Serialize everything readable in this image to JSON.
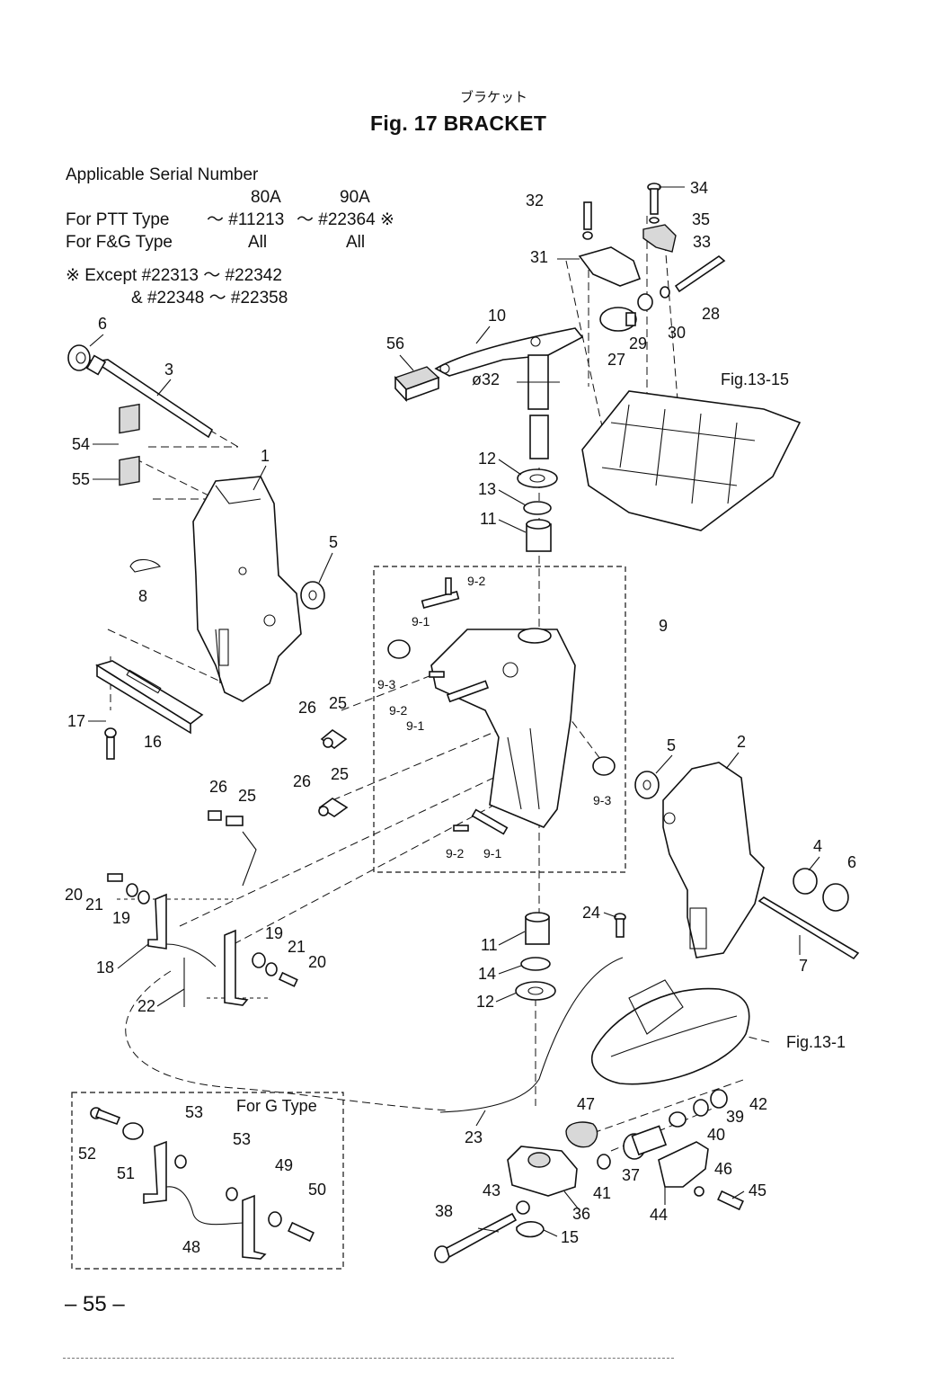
{
  "header": {
    "subtitle_jp": "ブラケット",
    "title": "Fig. 17   BRACKET"
  },
  "serial_info": {
    "heading": "Applicable Serial Number",
    "columns": [
      "80A",
      "90A"
    ],
    "rows": [
      {
        "label": "For PTT Type",
        "c80": "～ #11213",
        "c90": "～ #22364 ※"
      },
      {
        "label": "For F&G Type",
        "c80": "All",
        "c90": "All"
      }
    ],
    "except_line1": "※ Except  #22313 ～ #22342",
    "except_line2": "&  #22348 ～ #22358"
  },
  "diagram": {
    "ref_fig_13_15": "Fig.13-15",
    "ref_fig_13_1": "Fig.13-1",
    "diameter_label": "ø32",
    "g_type_box_label": "For G Type",
    "callouts": {
      "c1": "1",
      "c2": "2",
      "c3": "3",
      "c4": "4",
      "c5a": "5",
      "c5b": "5",
      "c6a": "6",
      "c6b": "6",
      "c7": "7",
      "c8": "8",
      "c9": "9",
      "c9_1a": "9-1",
      "c9_1b": "9-1",
      "c9_1c": "9-1",
      "c9_2a": "9-2",
      "c9_2b": "9-2",
      "c9_2c": "9-2",
      "c9_3a": "9-3",
      "c9_3b": "9-3",
      "c10": "10",
      "c11a": "11",
      "c11b": "11",
      "c12a": "12",
      "c12b": "12",
      "c13": "13",
      "c14": "14",
      "c15": "15",
      "c16": "16",
      "c17": "17",
      "c18": "18",
      "c19a": "19",
      "c19b": "19",
      "c20a": "20",
      "c20b": "20",
      "c21a": "21",
      "c21b": "21",
      "c22": "22",
      "c23": "23",
      "c24": "24",
      "c25a": "25",
      "c25b": "25",
      "c25c": "25",
      "c26a": "26",
      "c26b": "26",
      "c26c": "26",
      "c27": "27",
      "c28": "28",
      "c29": "29",
      "c30": "30",
      "c31": "31",
      "c32": "32",
      "c33": "33",
      "c34": "34",
      "c35": "35",
      "c36": "36",
      "c37": "37",
      "c38": "38",
      "c39": "39",
      "c40": "40",
      "c41": "41",
      "c42": "42",
      "c43": "43",
      "c44": "44",
      "c45": "45",
      "c46": "46",
      "c47": "47",
      "c48": "48",
      "c49": "49",
      "c50": "50",
      "c51": "51",
      "c52": "52",
      "c53a": "53",
      "c53b": "53",
      "c54": "54",
      "c55": "55",
      "c56": "56"
    }
  },
  "footer": {
    "page_number": "– 55 –"
  }
}
